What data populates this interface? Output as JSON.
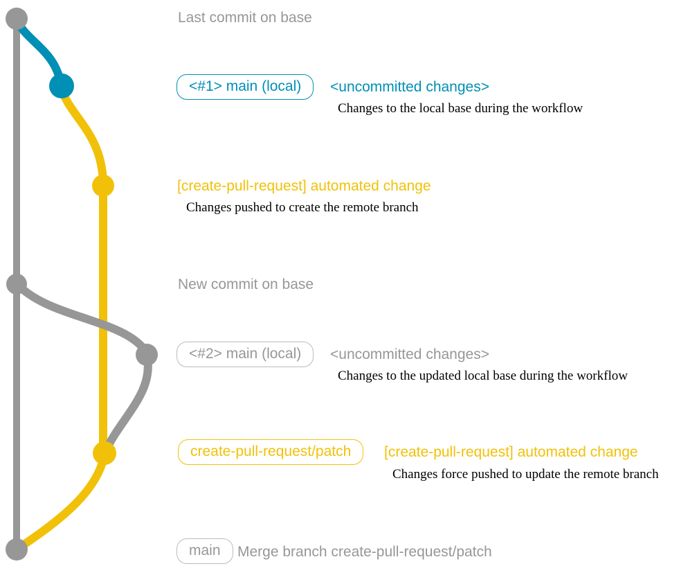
{
  "colors": {
    "gray": "#979797",
    "blue": "#008fb5",
    "yellow": "#f1c109",
    "description_text": "#000000",
    "background": "#ffffff"
  },
  "graph": {
    "type": "git-commit-graph",
    "branches": [
      {
        "label": "base",
        "color": "#979797"
      },
      {
        "label": "main (local)",
        "color": "#008fb5"
      },
      {
        "label": "create-pull-request/patch",
        "color": "#f1c109"
      }
    ],
    "commits": [
      {
        "label": "Last commit on base",
        "color": "#979797"
      },
      {
        "label": "<#1> main (local) <uncommitted changes>",
        "color": "#008fb5"
      },
      {
        "label": "[create-pull-request] automated change",
        "color": "#f1c109"
      },
      {
        "label": "New commit on base",
        "color": "#979797"
      },
      {
        "label": "<#2> main (local) <uncommitted changes>",
        "color": "#979797"
      },
      {
        "label": "create-pull-request/patch [create-pull-request] automated change",
        "color": "#f1c109"
      },
      {
        "label": "main Merge branch create-pull-request/patch",
        "color": "#979797"
      }
    ]
  },
  "rows": [
    {
      "title": "Last commit on base"
    },
    {
      "badge": "<#1> main (local)",
      "title": "<uncommitted changes>",
      "description": "Changes to the local base during the workflow"
    },
    {
      "title": "[create-pull-request] automated change",
      "description": "Changes pushed to create the remote branch"
    },
    {
      "title": "New commit on base"
    },
    {
      "badge": "<#2> main (local)",
      "title": "<uncommitted changes>",
      "description": "Changes to the updated local base during the workflow"
    },
    {
      "badge": "create-pull-request/patch",
      "title": "[create-pull-request] automated change",
      "description": "Changes force pushed to update the remote branch"
    },
    {
      "badge": "main",
      "title": "Merge branch create-pull-request/patch"
    }
  ]
}
